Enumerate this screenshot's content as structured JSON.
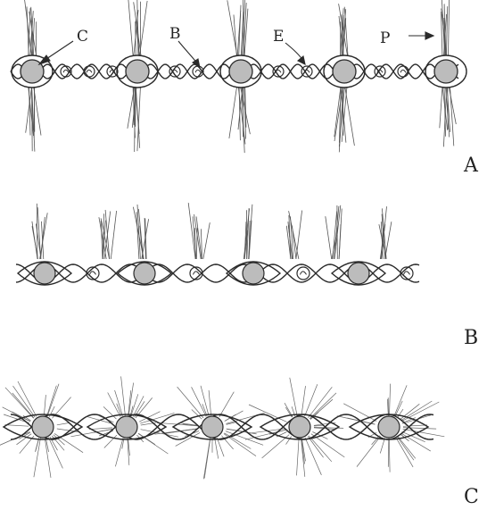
{
  "figure": {
    "panels": [
      {
        "id": "A",
        "label": "A",
        "annotations": [
          "C",
          "B",
          "E",
          "P"
        ]
      },
      {
        "id": "B",
        "label": "B"
      },
      {
        "id": "C",
        "label": "C"
      }
    ]
  },
  "colors": {
    "ink": "#2a2a2a",
    "ink_light": "#777777",
    "cell_fill": "#bcbcbc",
    "background": "#ffffff"
  }
}
